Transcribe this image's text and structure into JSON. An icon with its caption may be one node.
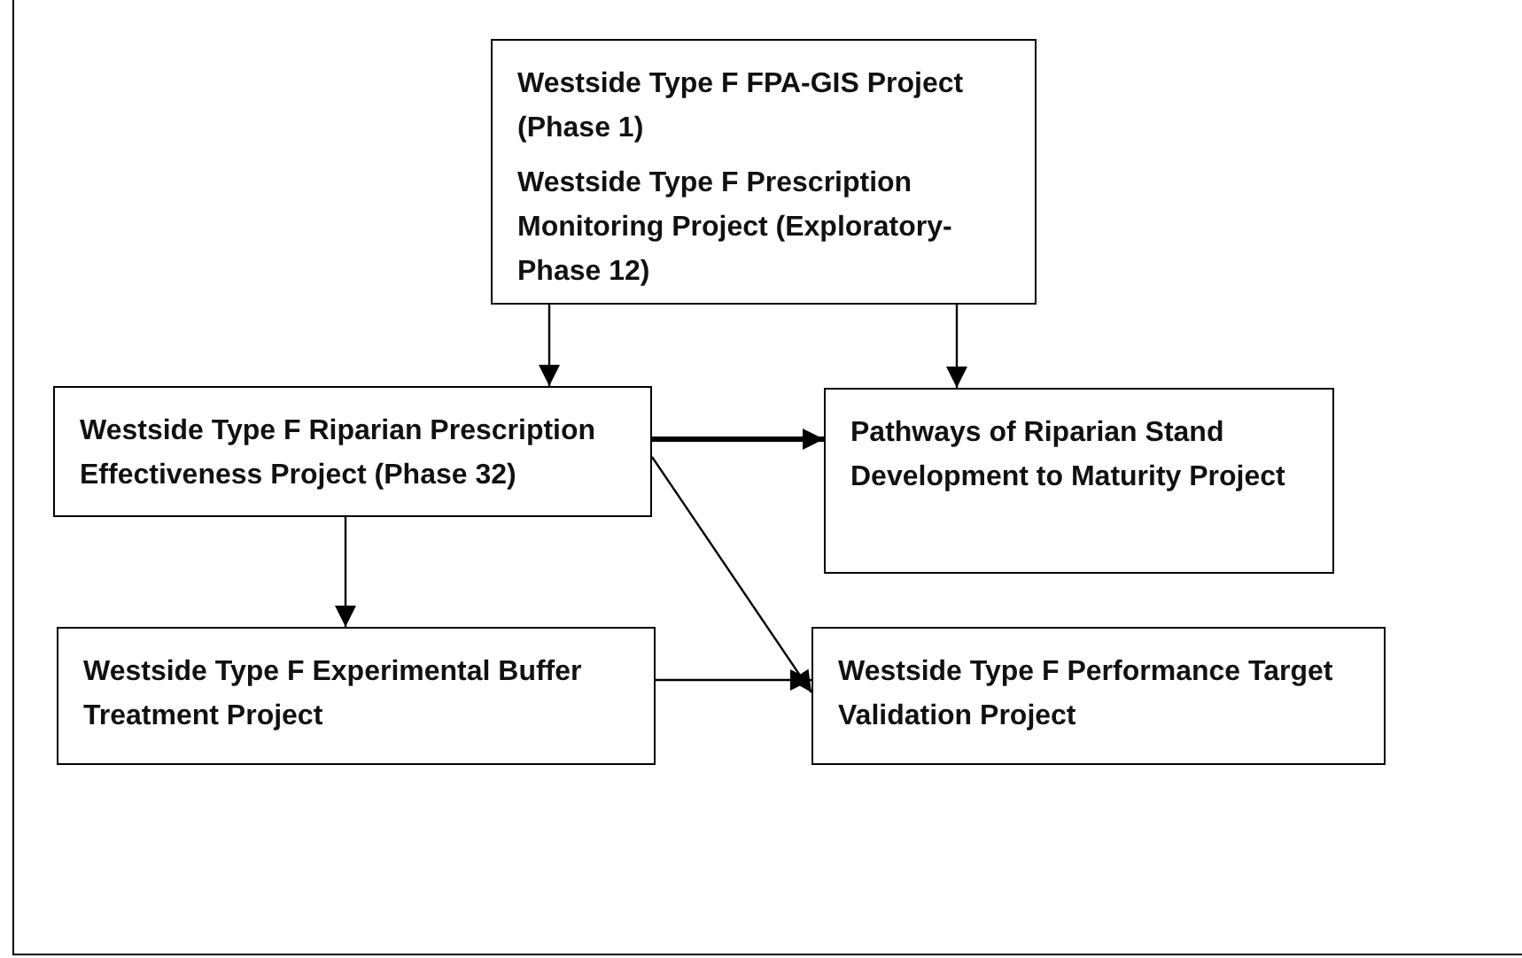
{
  "diagram": {
    "nodes": [
      {
        "text": [
          "Westside Type F FPA-GIS Project (Phase 1)",
          "Westside Type F Prescription Monitoring Project (Exploratory-Phase 12)"
        ]
      },
      {
        "text": [
          "Westside Type F Riparian Prescription Effectiveness Project (Phase 32)"
        ]
      },
      {
        "text": [
          "Pathways of Riparian Stand Development to Maturity Project"
        ]
      },
      {
        "text": [
          "Westside Type F Experimental Buffer Treatment Project"
        ]
      },
      {
        "text": [
          "Westside Type F Performance Target Validation Project"
        ]
      }
    ],
    "edges": [
      {
        "from": 0,
        "to": 1,
        "arrow": "to"
      },
      {
        "from": 0,
        "to": 2,
        "arrow": "to"
      },
      {
        "from": 1,
        "to": 2,
        "arrow": "to",
        "style": "thick"
      },
      {
        "from": 1,
        "to": 3,
        "arrow": "to"
      },
      {
        "from": 1,
        "to": 4,
        "arrow": "to"
      },
      {
        "from": 3,
        "to": 4,
        "arrow": "to"
      }
    ]
  }
}
